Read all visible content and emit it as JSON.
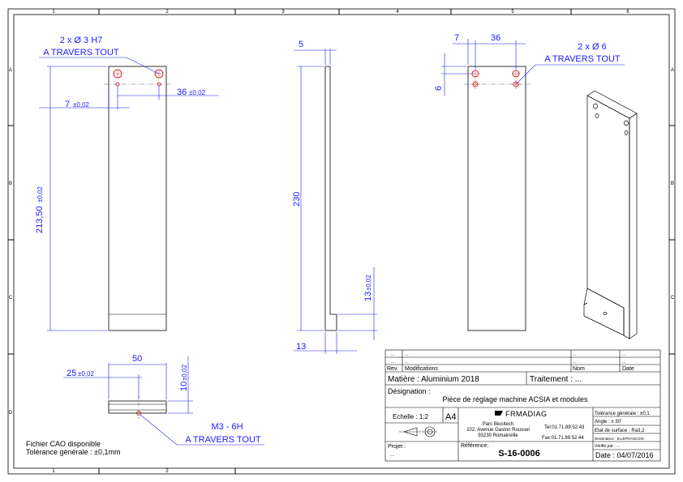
{
  "frame": {
    "cols_top": [
      "1",
      "2",
      "3",
      "4",
      "5",
      "6"
    ],
    "cols_bottom": [
      "1",
      "2"
    ],
    "rows": [
      "A",
      "B",
      "C",
      "D"
    ]
  },
  "views": {
    "front": {
      "hole_callout_1": "2 x Ø 3 H7",
      "hole_callout_2": "A TRAVERS TOUT",
      "dim_36": "36",
      "dim_36_tol": "±0,02",
      "dim_7": "7",
      "dim_7_tol": "±0,02",
      "dim_height": "213,50",
      "dim_height_tol": "±0,02"
    },
    "side": {
      "dim_5": "5",
      "dim_230": "230",
      "dim_13_v": "13",
      "dim_13_v_tol": "±0,02",
      "dim_13_h": "13"
    },
    "right": {
      "dim_7": "7",
      "dim_36": "36",
      "dim_6": "6",
      "hole_callout_1": "2 x Ø 6",
      "hole_callout_2": "A TRAVERS TOUT"
    },
    "bottom": {
      "dim_50": "50",
      "dim_25": "25",
      "dim_25_tol": "±0,02",
      "dim_10": "10",
      "dim_10_tol": "±0,02",
      "thread_1": "M3 - 6H",
      "thread_2": "A TRAVERS TOUT"
    }
  },
  "notes": {
    "line1": "Fichier CAO disponible",
    "line2": "Tolérance générale : ±0,1mm"
  },
  "title_block": {
    "rev_row_a": [
      "...",
      "...",
      "...",
      "..."
    ],
    "rev_row_b": [
      "...",
      "...",
      "...",
      "..."
    ],
    "rev_header": [
      "Rev.",
      "Modifications",
      "Nom",
      "Date"
    ],
    "matiere": "Matière : Aluminium 2018",
    "traitement": "Traitement : ...",
    "designation_label": "Désignation :",
    "designation": "Pièce de réglage machine ACSIA et modules",
    "echelle": "Echelle : 1:2",
    "format": "A4",
    "company_name": "FRMADIAG",
    "address1": "Parc Biocitech",
    "address2": "102, Avenue Gaston Roussel",
    "address3": "93230 Romainville",
    "tel": "Tel:01.71.89.52.43",
    "fax": "Fax:01.71.89.52.44",
    "tol_gen": "Tolérance générale : ±0,1",
    "angle": "Angle : ± 30'",
    "surface": "Etat de surface : Ra3,2",
    "dessinateur": "Dessinateur : B.LEFRANCOIS",
    "verifie": "Vérifié par : ...",
    "projet_label": "Projet :",
    "projet": "...",
    "reference_label": "Référence:",
    "reference": "S-16-0006",
    "date": "Date : 04/07/2016"
  }
}
